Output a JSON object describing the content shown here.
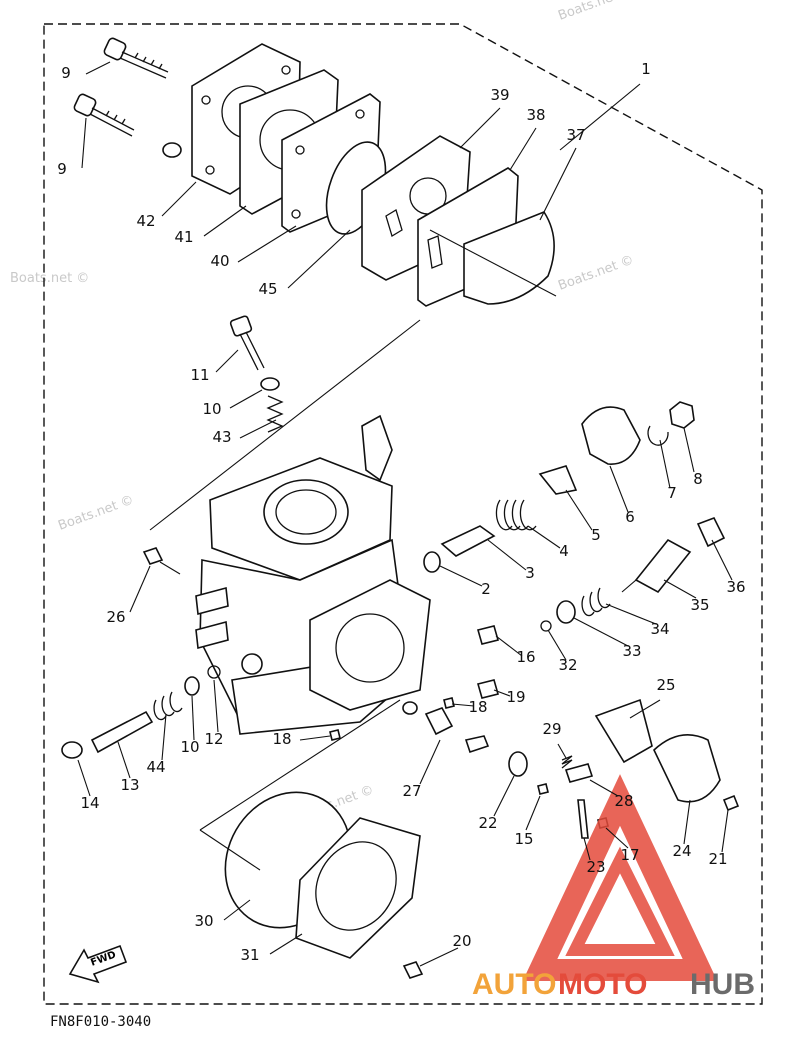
{
  "diagram": {
    "code": "FN8F010-3040",
    "fwd_label": "FWD",
    "watermark": "Boats.net ©",
    "logo": {
      "part1": "AUTO",
      "part2": "MOTO",
      "part3": "HUB"
    },
    "callouts": [
      {
        "n": "1"
      },
      {
        "n": "2"
      },
      {
        "n": "3"
      },
      {
        "n": "4"
      },
      {
        "n": "5"
      },
      {
        "n": "6"
      },
      {
        "n": "7"
      },
      {
        "n": "8"
      },
      {
        "n": "9"
      },
      {
        "n": "9"
      },
      {
        "n": "10"
      },
      {
        "n": "10"
      },
      {
        "n": "11"
      },
      {
        "n": "12"
      },
      {
        "n": "13"
      },
      {
        "n": "14"
      },
      {
        "n": "15"
      },
      {
        "n": "16"
      },
      {
        "n": "17"
      },
      {
        "n": "18"
      },
      {
        "n": "18"
      },
      {
        "n": "19"
      },
      {
        "n": "20"
      },
      {
        "n": "21"
      },
      {
        "n": "22"
      },
      {
        "n": "23"
      },
      {
        "n": "24"
      },
      {
        "n": "25"
      },
      {
        "n": "26"
      },
      {
        "n": "27"
      },
      {
        "n": "28"
      },
      {
        "n": "29"
      },
      {
        "n": "30"
      },
      {
        "n": "31"
      },
      {
        "n": "32"
      },
      {
        "n": "33"
      },
      {
        "n": "34"
      },
      {
        "n": "35"
      },
      {
        "n": "36"
      },
      {
        "n": "37"
      },
      {
        "n": "38"
      },
      {
        "n": "39"
      },
      {
        "n": "40"
      },
      {
        "n": "41"
      },
      {
        "n": "42"
      },
      {
        "n": "43"
      },
      {
        "n": "44"
      },
      {
        "n": "45"
      }
    ]
  }
}
